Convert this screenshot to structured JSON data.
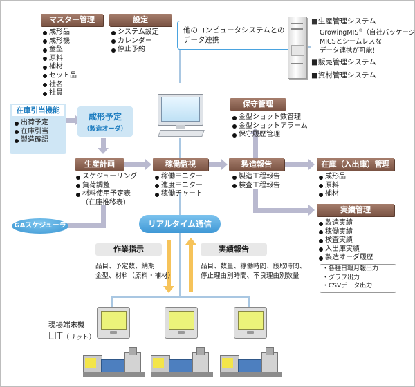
{
  "master": {
    "title": "マスター管理",
    "items": [
      "成形品",
      "成形機",
      "金型",
      "原料",
      "補材",
      "セット品",
      "社名",
      "社員"
    ]
  },
  "settings": {
    "title": "設定",
    "items": [
      "システム設定",
      "カレンダー",
      "停止予約"
    ]
  },
  "other_systems": {
    "label_line1": "他のコンピュータシステムとの",
    "label_line2": "データ連携"
  },
  "external": {
    "production": "生産管理システム",
    "growing": "GrowingMIS",
    "growing_sup": "®",
    "growing_note": "（自社パッケージ）",
    "mics_line1": "MICSとシームレスな",
    "mics_line2": "データ連携が可能！",
    "sales": "販売管理システム",
    "materials": "資材管理システム"
  },
  "inventory_allocation": {
    "title": "在庫引当機能",
    "items": [
      "出荷予定",
      "在庫引当",
      "製造確認"
    ]
  },
  "forming_plan": {
    "title": "成形予定",
    "subtitle": "（製造オーダ）"
  },
  "maintenance": {
    "title": "保守管理",
    "items": [
      "金型ショット数管理",
      "金型ショットアラーム",
      "保守履歴管理"
    ]
  },
  "production_plan": {
    "title": "生産計画",
    "items": [
      "スケジューリング",
      "負荷調整",
      "材料使用予定表"
    ],
    "note": "（在庫推移表）"
  },
  "operation_monitor": {
    "title": "稼働監視",
    "items": [
      "稼働モニター",
      "進度モニター",
      "稼働チャート"
    ]
  },
  "manufacturing_report": {
    "title": "製造報告",
    "items": [
      "製造工程報告",
      "検査工程報告"
    ]
  },
  "inventory_io": {
    "title": "在庫（入出庫）管理",
    "items": [
      "成形品",
      "原料",
      "補材"
    ]
  },
  "results_mgmt": {
    "title": "実績管理",
    "items": [
      "製造実績",
      "稼働実績",
      "検査実績",
      "入出庫実績",
      "製造オーダ履歴"
    ],
    "output": [
      "・各種日報月報出力",
      "・グラフ出力",
      "・CSVデータ出力"
    ]
  },
  "ga_scheduler": "GAスケジューラ",
  "realtime": "リアルタイム通信",
  "work_instruction": {
    "title": "作業指示",
    "line1": "品目、予定数、納期",
    "line2": "金型、材料（原料・補材）"
  },
  "results_report": {
    "title": "実績報告",
    "line1": "品目、数量、稼働時間、段取時間、",
    "line2": "停止理由別時間、不良理由別数量"
  },
  "terminal": {
    "label": "現場端末機",
    "lit": "LIT",
    "lit_note": "（リット）"
  },
  "colors": {
    "brown": "#8b6352",
    "blue": "#4aa3df",
    "light_blue": "#cfe6f5",
    "arrow_gray": "#b9b9cf",
    "orange": "#f6c35a"
  }
}
